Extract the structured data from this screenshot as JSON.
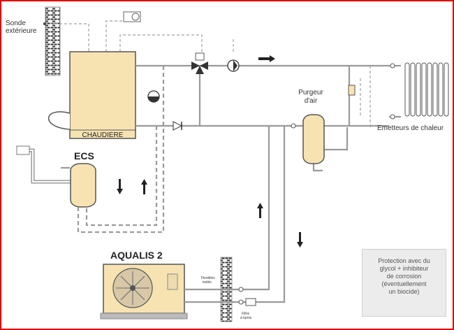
{
  "labels": {
    "sonde_line1": "Sonde",
    "sonde_line2": "extérieure",
    "chaudiere": "CHAUDIERE",
    "purgeur_line1": "Purgeur",
    "purgeur_line2": "d'air",
    "emetteurs": "Emetteurs de chaleur",
    "ecs": "ECS",
    "aqualis": "AQUALIS 2",
    "flexibles_line1": "Flexibles",
    "flexibles_line2": "isolés",
    "filtre_line1": "Filtre",
    "filtre_line2": "à tamis"
  },
  "note": {
    "lines": [
      "Protection avec du",
      "glycol + inhibiteur",
      "de corrosion",
      "(éventuellement",
      "un biocide)"
    ]
  },
  "colors": {
    "frame": "#e10000",
    "pipe": "#9a9a9a",
    "boiler_fill": "#f7e3b2",
    "tank_fill": "#f7e3b2",
    "note_bg": "#ececec"
  }
}
